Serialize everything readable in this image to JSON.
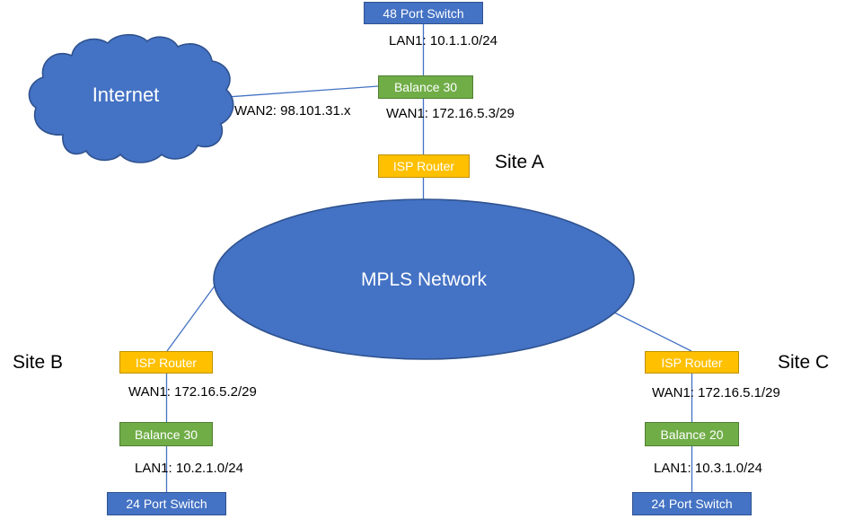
{
  "colors": {
    "shape_blue_fill": "#4472C4",
    "shape_blue_border": "#2F528F",
    "shape_green_fill": "#70AD47",
    "shape_green_border": "#507E32",
    "shape_orange_fill": "#FFC000",
    "shape_orange_border": "#BF9000",
    "connector": "#4472C4",
    "label_text": "#000000",
    "shape_text": "#FFFFFF"
  },
  "cloud": {
    "label": "Internet"
  },
  "mpls": {
    "label": "MPLS Network"
  },
  "site_a": {
    "label": "Site A",
    "switch": "48 Port Switch",
    "lan": "LAN1: 10.1.1.0/24",
    "balance": "Balance 30",
    "wan": "WAN1: 172.16.5.3/29",
    "wan2": "WAN2: 98.101.31.x",
    "router": "ISP Router"
  },
  "site_b": {
    "label": "Site B",
    "router": "ISP Router",
    "wan": "WAN1: 172.16.5.2/29",
    "balance": "Balance 30",
    "lan": "LAN1: 10.2.1.0/24",
    "switch": "24 Port Switch"
  },
  "site_c": {
    "label": "Site C",
    "router": "ISP Router",
    "wan": "WAN1: 172.16.5.1/29",
    "balance": "Balance 20",
    "lan": "LAN1: 10.3.1.0/24",
    "switch": "24 Port Switch"
  }
}
